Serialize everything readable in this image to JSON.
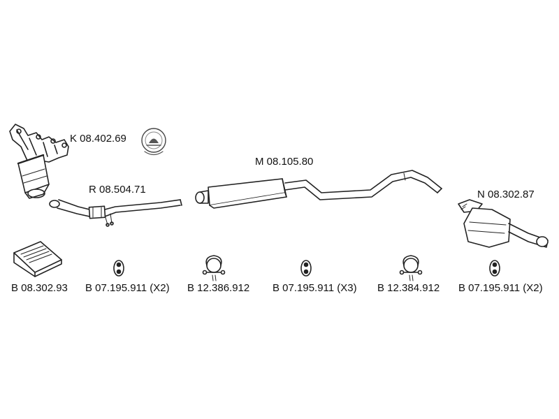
{
  "diagram": {
    "parts": {
      "catalyst": {
        "label": "K 08.402.69"
      },
      "front_pipe": {
        "label": "R 08.504.71"
      },
      "middle_silencer": {
        "label": "M 08.105.80"
      },
      "rear_silencer": {
        "label": "N 08.302.87"
      }
    },
    "accessories": [
      {
        "label": "B 08.302.93",
        "icon": "mounting-kit-box"
      },
      {
        "label": "B 07.195.911 (X2)",
        "icon": "rubber-hanger"
      },
      {
        "label": "B 12.386.912",
        "icon": "pipe-clamp"
      },
      {
        "label": "B 07.195.911 (X3)",
        "icon": "rubber-hanger"
      },
      {
        "label": "B 12.384.912",
        "icon": "pipe-clamp"
      },
      {
        "label": "B 07.195.911 (X2)",
        "icon": "rubber-hanger"
      }
    ]
  }
}
